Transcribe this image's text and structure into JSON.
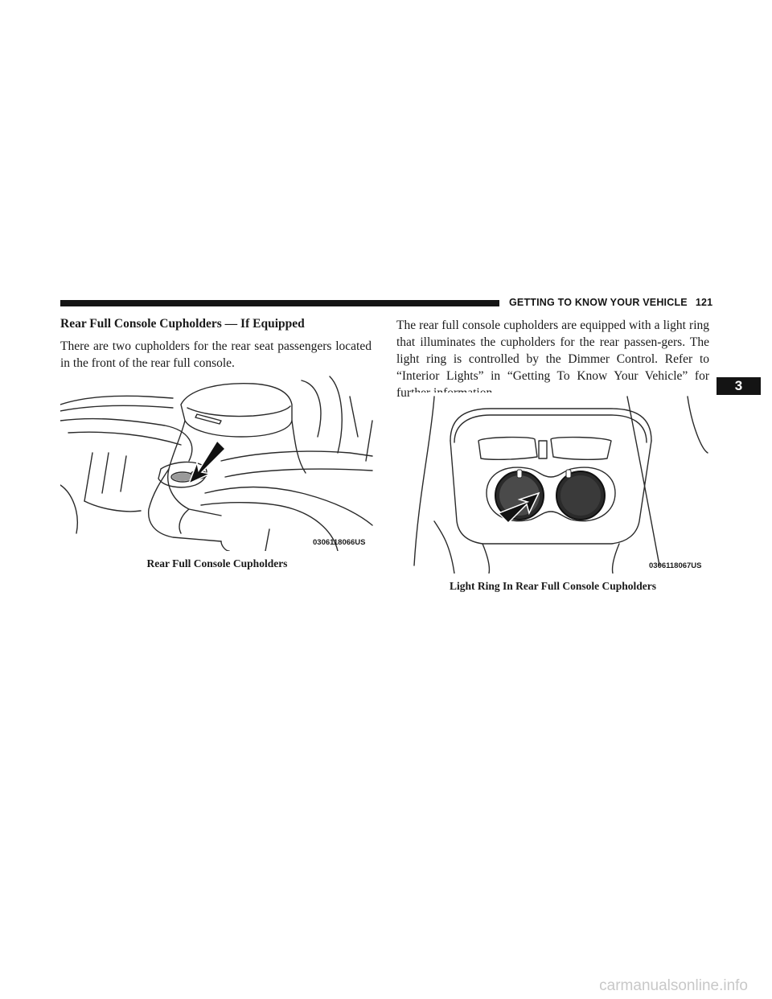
{
  "header": {
    "section_title": "GETTING TO KNOW YOUR VEHICLE",
    "page_number": "121",
    "chapter_tab": "3"
  },
  "left_column": {
    "heading": "Rear Full Console Cupholders — If Equipped",
    "paragraph": "There are two cupholders for the rear seat passengers located in the front of the rear full console.",
    "figure": {
      "code": "0306118066US",
      "caption": "Rear Full Console Cupholders"
    }
  },
  "right_column": {
    "paragraph": "The rear full console cupholders are equipped with a light ring that illuminates the cupholders for the rear passen-gers. The light ring is controlled by the Dimmer Control. Refer to “Interior Lights” in “Getting To Know Your Vehicle” for further information.",
    "figure": {
      "code": "0306118067US",
      "caption": "Light Ring In Rear Full Console Cupholders"
    }
  },
  "footer": {
    "watermark": "carmanualsonline.info"
  }
}
